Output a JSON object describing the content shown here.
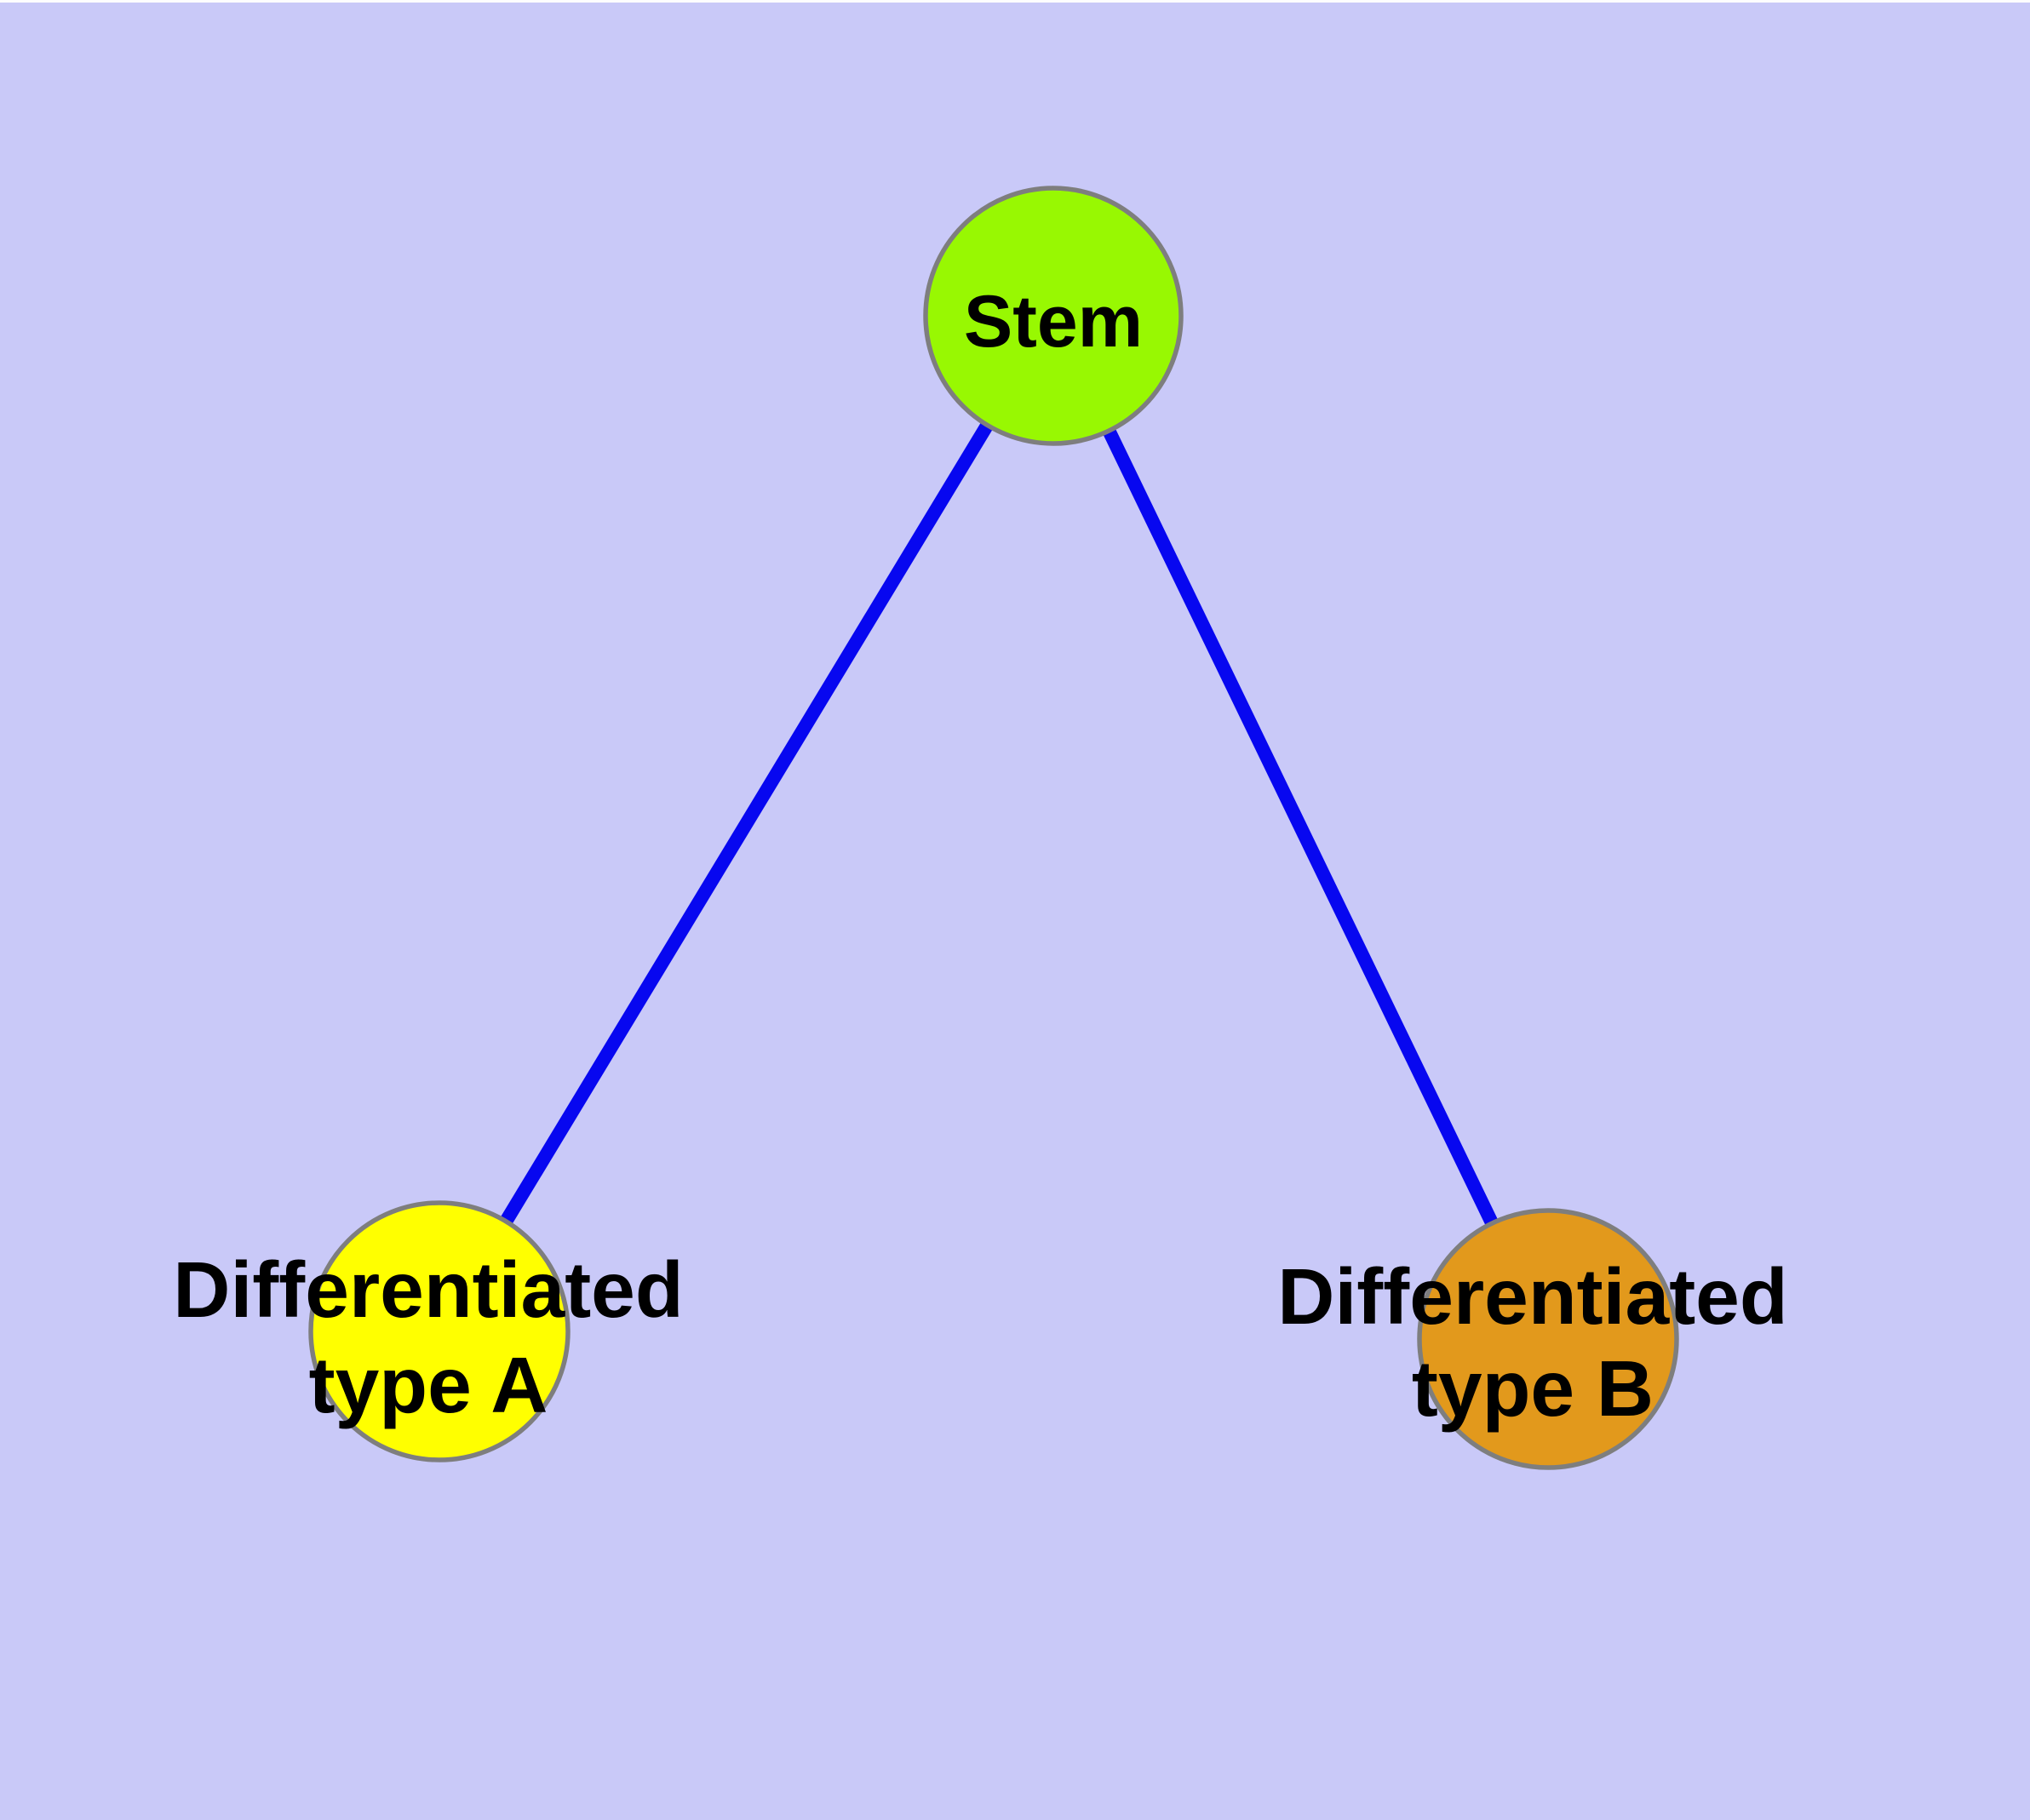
{
  "figure": {
    "type": "graph-diagram",
    "background_color": "#C9C9F8",
    "top_edge_color": "#FDFDFE",
    "edge_color": "#0707F0",
    "node_border_color": "#7E7E7E",
    "label_color": "#000000"
  },
  "nodes": {
    "stem": {
      "label": "Stem",
      "fill": "#98F802"
    },
    "type_a": {
      "label_line1": "Differentiated",
      "label_line2": "type A",
      "label_full": "Differentiated type A",
      "fill": "#FFFF00"
    },
    "type_b": {
      "label_line1": "Differentiated",
      "label_line2": "type B",
      "label_full": "Differentiated type B",
      "fill": "#E2991C"
    }
  },
  "edges": [
    {
      "from": "Stem",
      "to": "Differentiated type A"
    },
    {
      "from": "Stem",
      "to": "Differentiated type B"
    }
  ]
}
